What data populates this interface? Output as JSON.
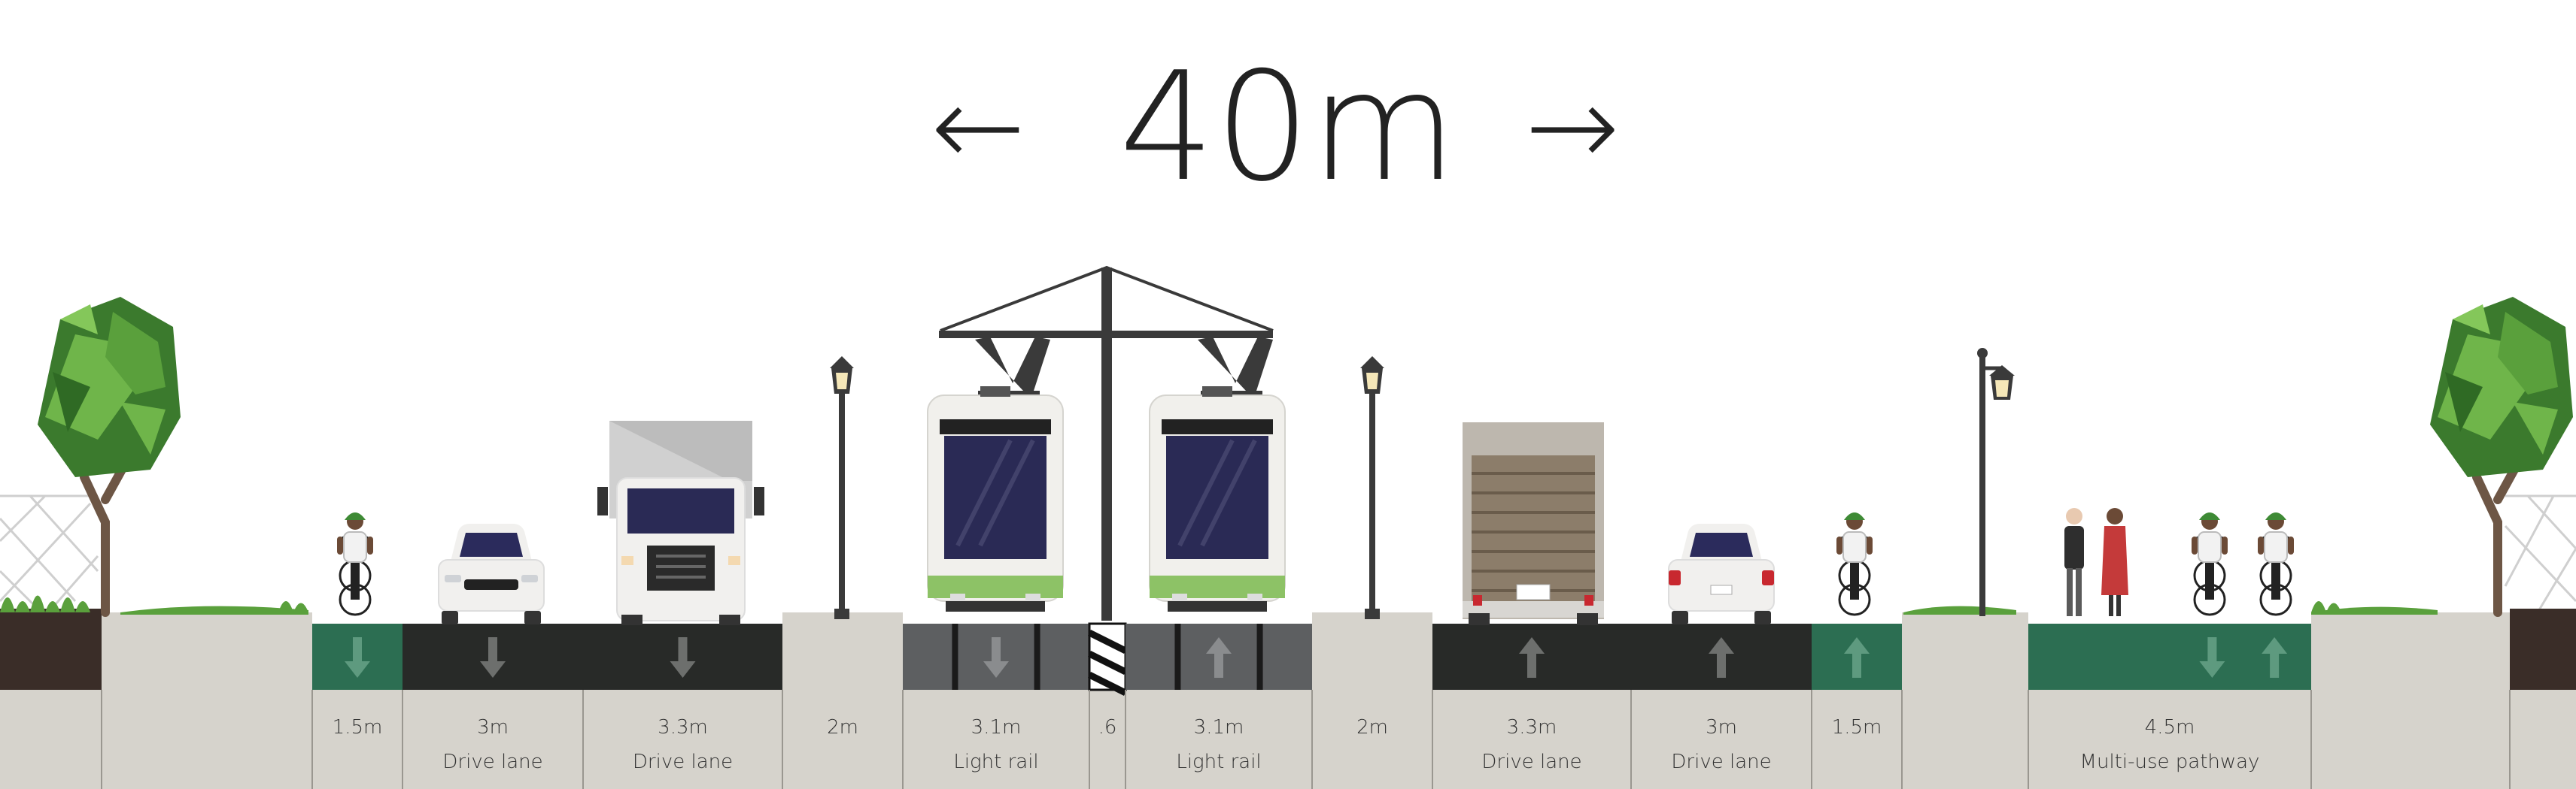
{
  "title": {
    "total_width": "40m",
    "left_arrow": "←",
    "right_arrow": "→"
  },
  "colors": {
    "background": "#ffffff",
    "sidewalk": "#d6d3cc",
    "drive_lane": "#282a28",
    "bike_lane": "#2c6e52",
    "light_rail": "#5d5f61",
    "soil": "#3a2d28",
    "tree_dark": "#3b7a2d",
    "tree_light": "#6fb54a",
    "pole": "#3a3a3a",
    "tram_green": "#8dc266",
    "tram_glass": "#2a2a55",
    "divider": "#9a9790",
    "label_text": "#333333"
  },
  "segments": [
    {
      "id": "left-soil",
      "width_label": "",
      "name": "",
      "type": "soil",
      "direction": "none"
    },
    {
      "id": "left-sidewalk",
      "width_label": "",
      "name": "",
      "type": "sidewalk",
      "direction": "none"
    },
    {
      "id": "left-bike-lane",
      "width_label": "1.5m",
      "name": "",
      "type": "bike_lane",
      "direction": "down",
      "icon": "cyclist-icon"
    },
    {
      "id": "drive-lane-1",
      "width_label": "3m",
      "name": "Drive lane",
      "type": "drive_lane",
      "direction": "down",
      "icon": "car-icon"
    },
    {
      "id": "drive-lane-2",
      "width_label": "3.3m",
      "name": "Drive lane",
      "type": "drive_lane",
      "direction": "down",
      "icon": "truck-icon"
    },
    {
      "id": "median-left",
      "width_label": "2m",
      "name": "",
      "type": "median",
      "direction": "none",
      "icon": "street-lamp-icon"
    },
    {
      "id": "light-rail-1",
      "width_label": "3.1m",
      "name": "Light rail",
      "type": "light_rail",
      "direction": "down",
      "icon": "tram-icon"
    },
    {
      "id": "rail-divider",
      "width_label": ".6",
      "name": "",
      "type": "divider",
      "direction": "none",
      "icon": "catenary-pole-icon"
    },
    {
      "id": "light-rail-2",
      "width_label": "3.1m",
      "name": "Light rail",
      "type": "light_rail",
      "direction": "up",
      "icon": "tram-icon"
    },
    {
      "id": "median-right",
      "width_label": "2m",
      "name": "",
      "type": "median",
      "direction": "none",
      "icon": "street-lamp-icon"
    },
    {
      "id": "drive-lane-3",
      "width_label": "3.3m",
      "name": "Drive lane",
      "type": "drive_lane",
      "direction": "up",
      "icon": "box-truck-icon"
    },
    {
      "id": "drive-lane-4",
      "width_label": "3m",
      "name": "Drive lane",
      "type": "drive_lane",
      "direction": "up",
      "icon": "car-rear-icon"
    },
    {
      "id": "right-bike-lane",
      "width_label": "1.5m",
      "name": "",
      "type": "bike_lane",
      "direction": "up",
      "icon": "cyclist-icon"
    },
    {
      "id": "right-planting-strip",
      "width_label": "",
      "name": "",
      "type": "sidewalk",
      "direction": "none",
      "icon": "street-lamp-icon"
    },
    {
      "id": "multi-use-pathway",
      "width_label": "4.5m",
      "name": "Multi-use pathway",
      "type": "bike_lane",
      "direction": "both",
      "icon": "pedestrians-and-cyclists-icon"
    },
    {
      "id": "right-sidewalk",
      "width_label": "",
      "name": "",
      "type": "sidewalk",
      "direction": "none"
    },
    {
      "id": "right-soil",
      "width_label": "",
      "name": "",
      "type": "soil",
      "direction": "none"
    }
  ]
}
